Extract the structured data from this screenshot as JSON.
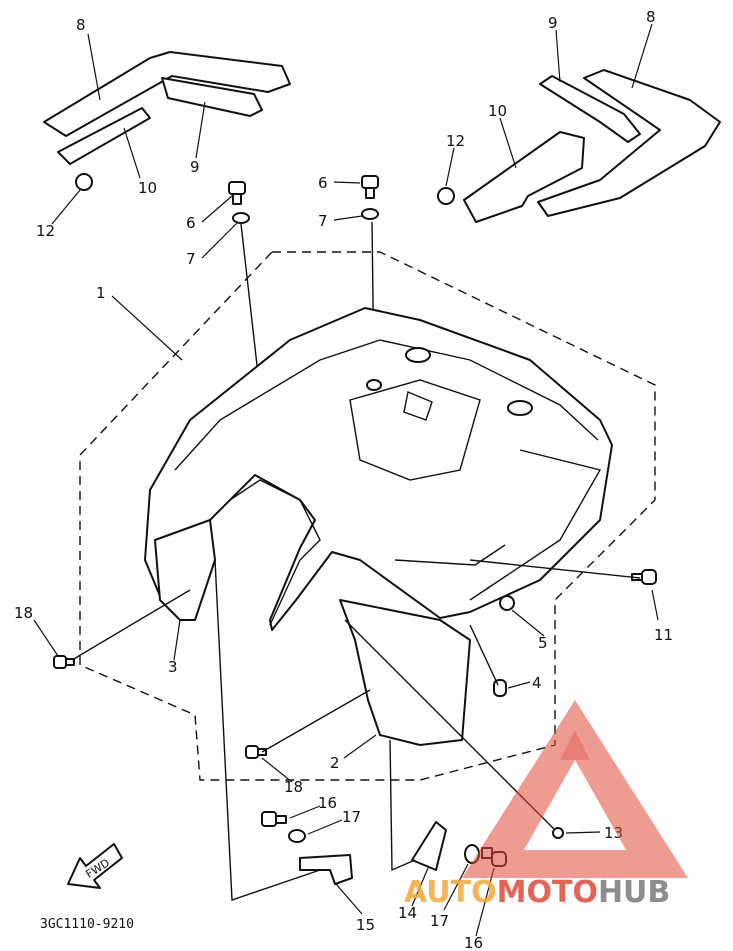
{
  "diagram": {
    "drawing_code": "3GC1110-9210",
    "direction_arrow": "FWD",
    "watermark": {
      "text_part1": "AUTO",
      "text_part2": "MOTO",
      "text_part3": "HUB",
      "color_red": "#e04a3a",
      "color_orange": "#f2a93b",
      "color_grey": "#7a7a7a"
    },
    "callouts": [
      "1",
      "2",
      "3",
      "4",
      "5",
      "6",
      "7",
      "8",
      "9",
      "10",
      "11",
      "12",
      "13",
      "14",
      "15",
      "16",
      "17",
      "18"
    ],
    "labels": {
      "l8a": "8",
      "l9a": "9",
      "l10a": "10",
      "l12a": "12",
      "l6a": "6",
      "l7a": "7",
      "l6b": "6",
      "l7b": "7",
      "l9b": "9",
      "l8b": "8",
      "l10b": "10",
      "l12b": "12",
      "l1": "1",
      "l3": "3",
      "l18a": "18",
      "l11": "11",
      "l5": "5",
      "l4": "4",
      "l2": "2",
      "l18b": "18",
      "l16a": "16",
      "l17a": "17",
      "l13": "13",
      "l15": "15",
      "l14": "14",
      "l17b": "17",
      "l16b": "16"
    }
  }
}
